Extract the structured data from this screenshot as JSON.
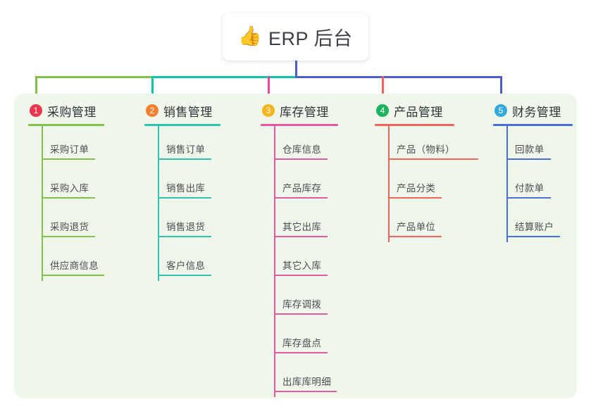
{
  "root": {
    "icon": "thumbs-up-icon",
    "emoji": "👍",
    "label": "ERP 后台"
  },
  "palette": {
    "panel_bg": "#eef7e9",
    "root_bg": "#ffffff",
    "text": "#3b3f45",
    "leaf_text": "#4a4f55",
    "trunk_blue": "#4e5ec8"
  },
  "connectors": {
    "trunk_color": "#4e5ec8",
    "bus_segments": [
      {
        "name": "bus-green",
        "color": "#82c14c"
      },
      {
        "name": "bus-teal",
        "color": "#11c4a8"
      },
      {
        "name": "bus-blue",
        "color": "#4e5ec8"
      }
    ]
  },
  "columns": [
    {
      "index": "1",
      "title": "采购管理",
      "badge_color": "#e8364f",
      "line_color": "#82c14c",
      "drop_color": "#82c14c",
      "items": [
        "采购订单",
        "采购入库",
        "采购退货",
        "供应商信息"
      ]
    },
    {
      "index": "2",
      "title": "销售管理",
      "badge_color": "#f2802e",
      "line_color": "#2fc3ae",
      "drop_color": "#11c4a8",
      "items": [
        "销售订单",
        "销售出库",
        "销售退货",
        "客户信息"
      ]
    },
    {
      "index": "3",
      "title": "库存管理",
      "badge_color": "#f5b51c",
      "line_color": "#e756a0",
      "drop_color": "#ec4899",
      "items": [
        "仓库信息",
        "产品库存",
        "其它出库",
        "其它入库",
        "库存调拨",
        "库存盘点",
        "出库库明细"
      ]
    },
    {
      "index": "4",
      "title": "产品管理",
      "badge_color": "#1ab45e",
      "line_color": "#f4635e",
      "drop_color": "#f4635e",
      "items": [
        "产品（物料）",
        "产品分类",
        "产品单位"
      ]
    },
    {
      "index": "5",
      "title": "财务管理",
      "badge_color": "#33a9dc",
      "line_color": "#4a6fd4",
      "drop_color": "#4e5ec8",
      "items": [
        "回款单",
        "付款单",
        "结算账户"
      ]
    }
  ]
}
